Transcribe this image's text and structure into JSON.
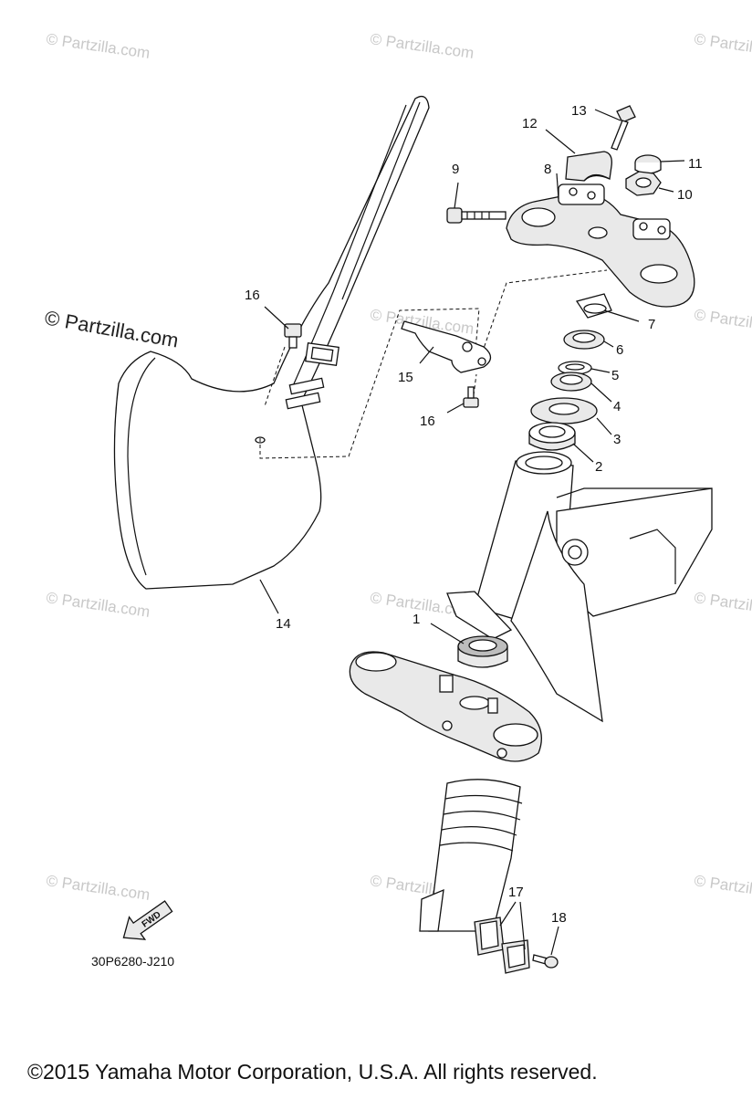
{
  "diagram_code": "30P6280-J210",
  "copyright": "©2015  Yamaha Motor Corporation, U.S.A. All rights reserved.",
  "watermark": "© Partzilla.com",
  "fwd_label": "FWD",
  "callouts": [
    {
      "num": "1"
    },
    {
      "num": "2"
    },
    {
      "num": "3"
    },
    {
      "num": "4"
    },
    {
      "num": "5"
    },
    {
      "num": "6"
    },
    {
      "num": "7"
    },
    {
      "num": "8"
    },
    {
      "num": "9"
    },
    {
      "num": "10"
    },
    {
      "num": "11"
    },
    {
      "num": "12"
    },
    {
      "num": "13"
    },
    {
      "num": "14"
    },
    {
      "num": "15"
    },
    {
      "num": "16"
    },
    {
      "num": "16"
    },
    {
      "num": "17"
    },
    {
      "num": "18"
    }
  ]
}
